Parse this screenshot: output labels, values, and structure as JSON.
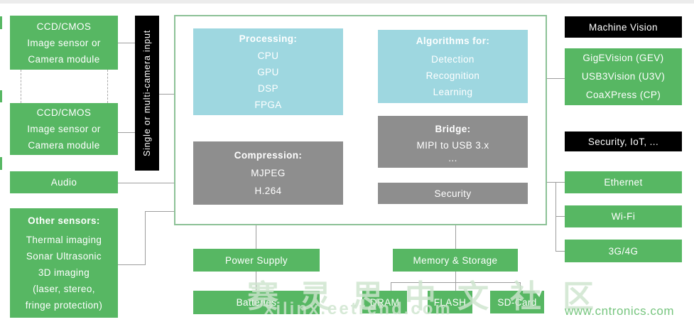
{
  "colors": {
    "box_green": "#57b763",
    "box_blue": "#9ed7e0",
    "box_gray": "#8e8e8e",
    "box_black": "#000000",
    "core_border": "#8cc196",
    "connector": "#9d9d9d",
    "watermark_green": "#76c57e"
  },
  "left": {
    "camera1": {
      "lines": [
        "CCD/CMOS",
        "Image sensor or",
        "Camera module"
      ]
    },
    "camera2": {
      "lines": [
        "CCD/CMOS",
        "Image sensor or",
        "Camera module"
      ]
    },
    "audio": "Audio",
    "other_sensors": {
      "title": "Other sensors:",
      "lines": [
        "Thermal imaging",
        "Sonar Ultrasonic",
        "3D imaging",
        "(laser, stereo,",
        "fringe protection)"
      ]
    }
  },
  "input_bar": "Single or multi-camera input",
  "core": {
    "processing": {
      "title": "Processing:",
      "items": [
        "CPU",
        "GPU",
        "DSP",
        "FPGA"
      ]
    },
    "algorithms": {
      "title": "Algorithms for:",
      "items": [
        "Detection",
        "Recognition",
        "Learning"
      ]
    },
    "compression": {
      "title": "Compression:",
      "items": [
        "MJPEG",
        "H.264"
      ]
    },
    "bridge": {
      "title": "Bridge:",
      "items": [
        "MIPI to USB 3.x",
        "..."
      ]
    },
    "security": "Security"
  },
  "right": {
    "machine_vision_header": "Machine Vision",
    "vision_protocols": [
      "GigEVision (GEV)",
      "USB3Vision (U3V)",
      "CoaXPress (CP)"
    ],
    "security_iot_header": "Security, IoT, ...",
    "connectivity": [
      "Ethernet",
      "Wi-Fi",
      "3G/4G"
    ]
  },
  "bottom": {
    "power_supply": "Power Supply",
    "batteries": "Batteries",
    "memory_storage": "Memory & Storage",
    "memory_items": [
      "DRAM",
      "FLASH",
      "SD-Card"
    ]
  },
  "watermarks": {
    "main": "赛灵思中文社区",
    "sub": "xilinx.eetrend.com",
    "corner": "www.cntronics.com"
  }
}
